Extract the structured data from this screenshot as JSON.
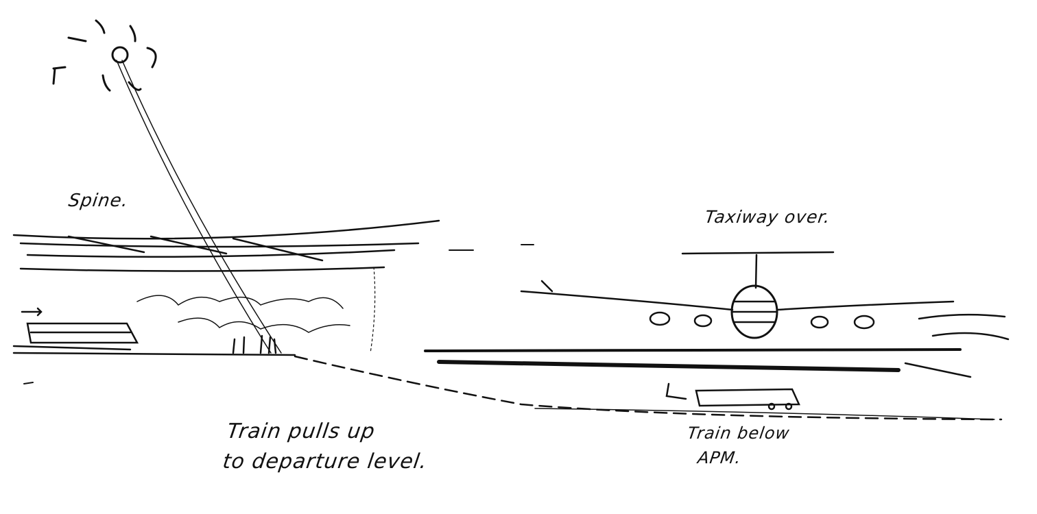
{
  "labels": {
    "spine": "Spine.",
    "taxiway": "Taxiway over.",
    "train_pulls_line1": "Train pulls up",
    "train_pulls_line2": "to departure level.",
    "train_below_line1": "Train below",
    "train_below_line2": "APM."
  },
  "colors": {
    "ink": "#111111",
    "paper": "#ffffff"
  }
}
